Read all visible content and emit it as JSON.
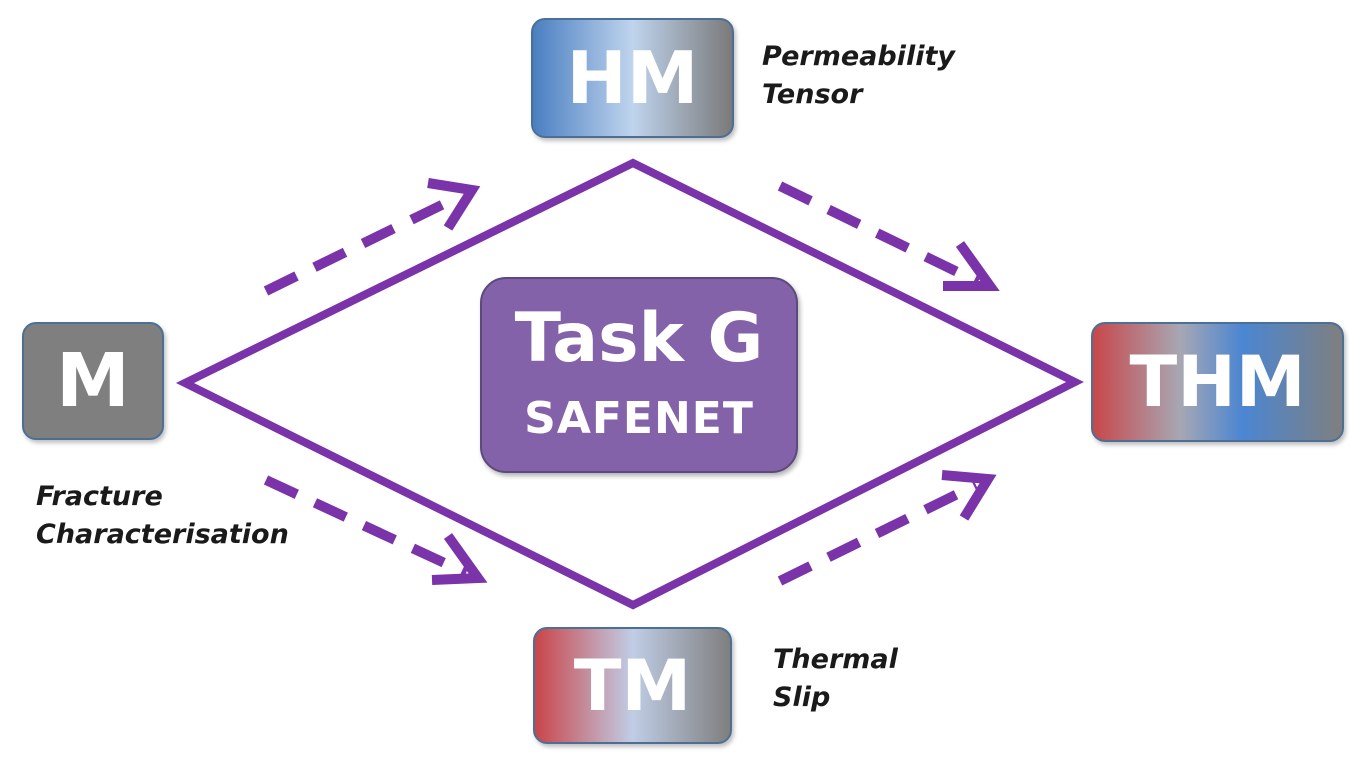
{
  "colors": {
    "line": "#7a33a8",
    "center_fill": "#8362a9",
    "node_gray": "#7f7f7f",
    "node_blue": "#4a7fc1",
    "node_red": "#c9454a"
  },
  "nodes": {
    "m": {
      "label": "M"
    },
    "hm": {
      "label": "HM"
    },
    "tm": {
      "label": "TM"
    },
    "thm": {
      "label": "THM"
    }
  },
  "center": {
    "title": "Task G",
    "subtitle": "SAFENET"
  },
  "captions": {
    "hm": [
      "Permeability",
      "Tensor"
    ],
    "m": [
      "Fracture",
      "Characterisation"
    ],
    "tm": [
      "Thermal",
      "Slip"
    ]
  }
}
